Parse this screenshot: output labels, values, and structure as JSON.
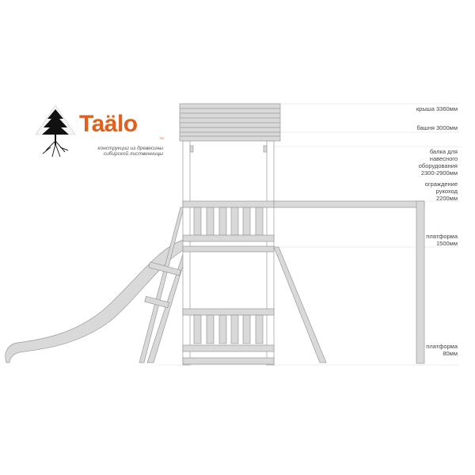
{
  "logo": {
    "brand": "Taälo",
    "trademark": "TM",
    "tagline": "конструкции из древесины\nсибирской лиственницы"
  },
  "dimensions": [
    {
      "id": "roof",
      "label": "крыша 3360мм"
    },
    {
      "id": "tower",
      "label": "башня 3000мм"
    },
    {
      "id": "beam",
      "label": "балка для\nнавесного\nоборудования\n2300-2900мм"
    },
    {
      "id": "railing",
      "label": "ограждение\nрукоход\n2200мм"
    },
    {
      "id": "platform",
      "label": "платформа\n1500мм"
    },
    {
      "id": "base",
      "label": "платформа\n80мм"
    }
  ],
  "colors": {
    "brand": "#e0611c",
    "wood": "#d9d9d9",
    "stroke": "#999999"
  }
}
